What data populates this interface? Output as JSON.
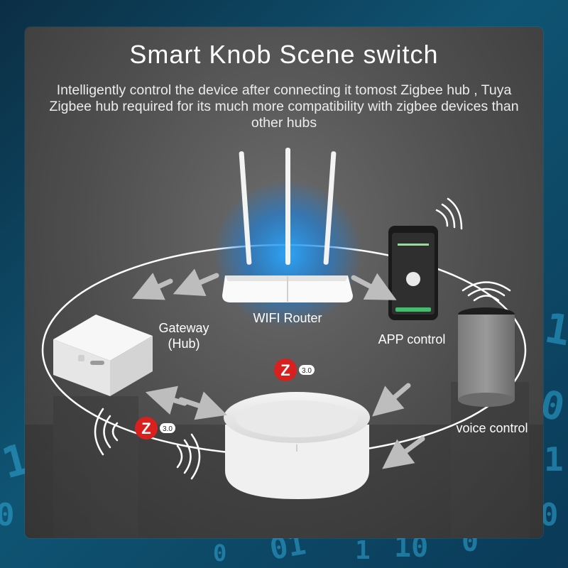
{
  "header": {
    "title": "Smart Knob Scene switch",
    "subtitle": "Intelligently control the device after connecting it tomost Zigbee hub , Tuya Zigbee hub required for its much more compatibility with zigbee devices than other hubs"
  },
  "labels": {
    "router": "WIFI Router",
    "gateway": "Gateway (Hub)",
    "app": "APP control",
    "voice": "voice control"
  },
  "badges": {
    "zigbee_version": "3.0",
    "zigbee_letter": "Z"
  },
  "colors": {
    "background": "#0f5473",
    "card": "#4e4e4e",
    "router_glow": "#1e9bff",
    "zigbee_red": "#d8201f",
    "arrow": "#bdbdbd"
  }
}
